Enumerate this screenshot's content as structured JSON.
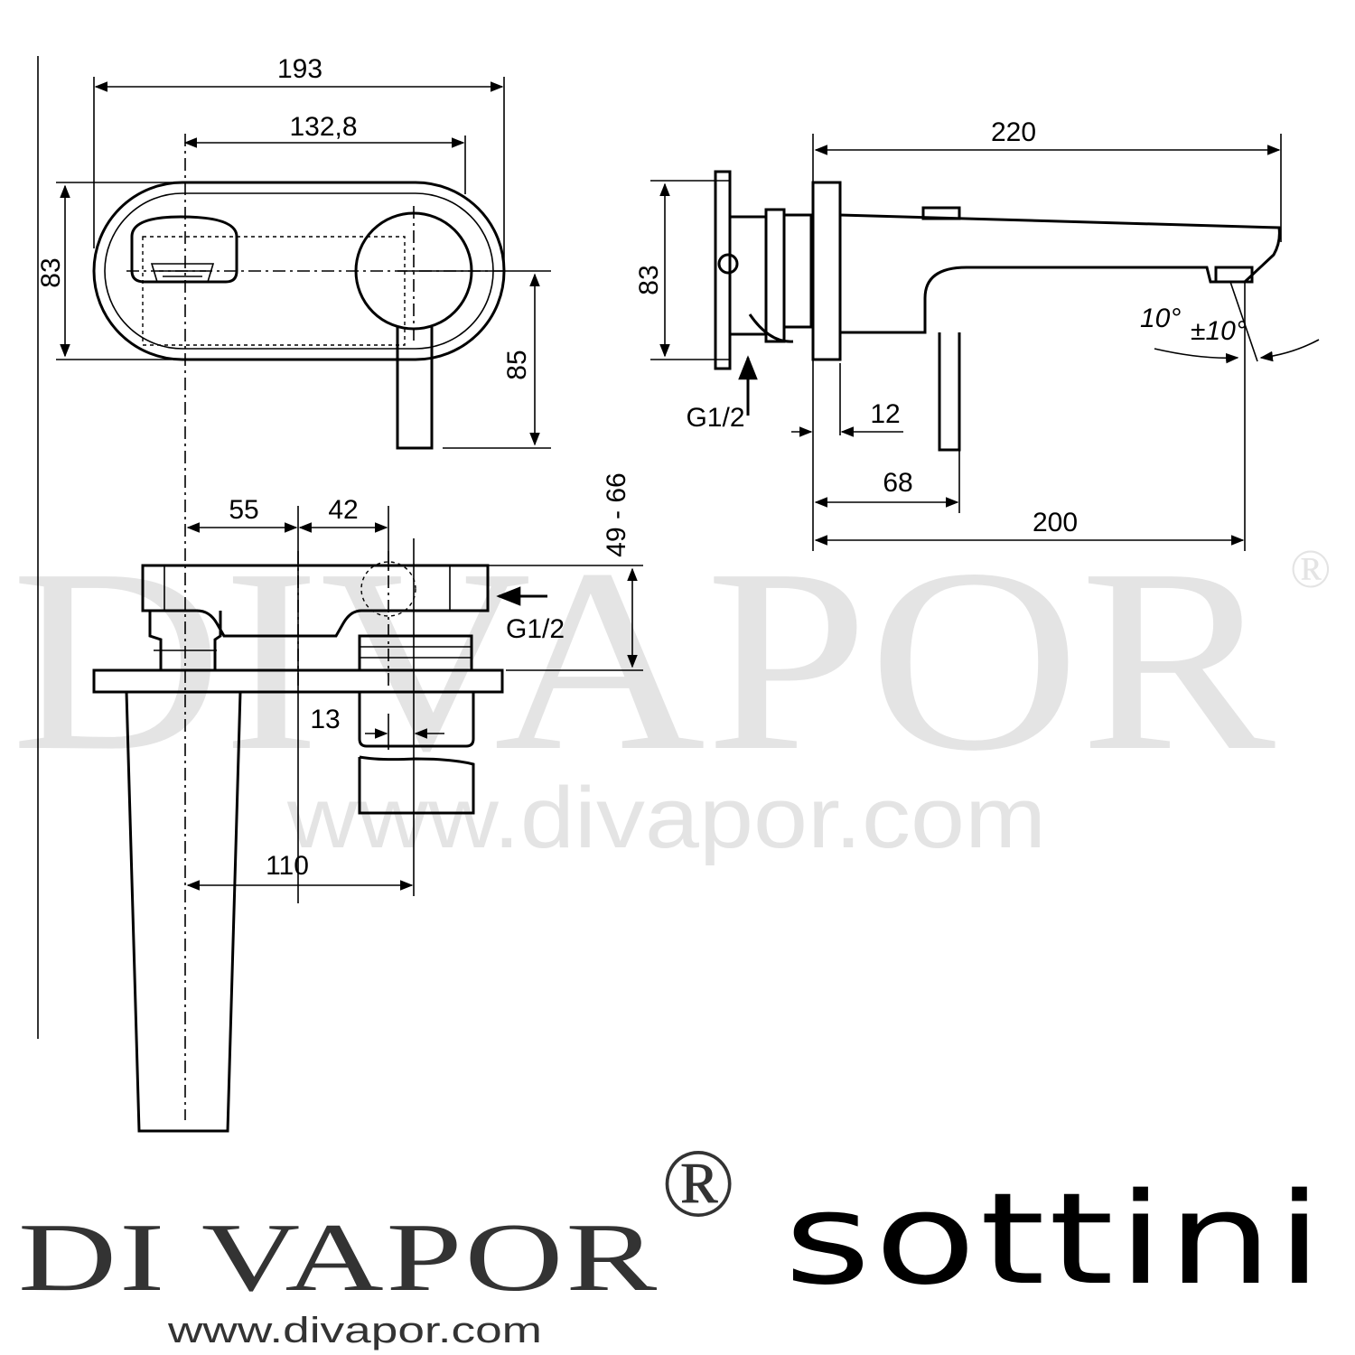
{
  "watermark": {
    "brand": "DIVAPOR",
    "registered": "®",
    "url": "www.divapor.com"
  },
  "front_view": {
    "dims": {
      "overall_width": "193",
      "inner_width": "132,8",
      "height_left": "83",
      "height_right": "85"
    }
  },
  "side_view": {
    "dims": {
      "spout_length": "220",
      "height": "83",
      "inlet": "G1/2",
      "plate": "12",
      "lever": "68",
      "projection": "200",
      "angle": "10°",
      "angle_tol": "±10°"
    }
  },
  "plan_view": {
    "dims": {
      "offset_a": "55",
      "offset_b": "42",
      "depth_range": "49 - 66",
      "inlet": "G1/2",
      "gap": "13",
      "spout": "110"
    }
  },
  "footer": {
    "left_brand": "DI VAPOR",
    "left_registered": "®",
    "left_url": "www.divapor.com",
    "right_brand": "sottini"
  }
}
